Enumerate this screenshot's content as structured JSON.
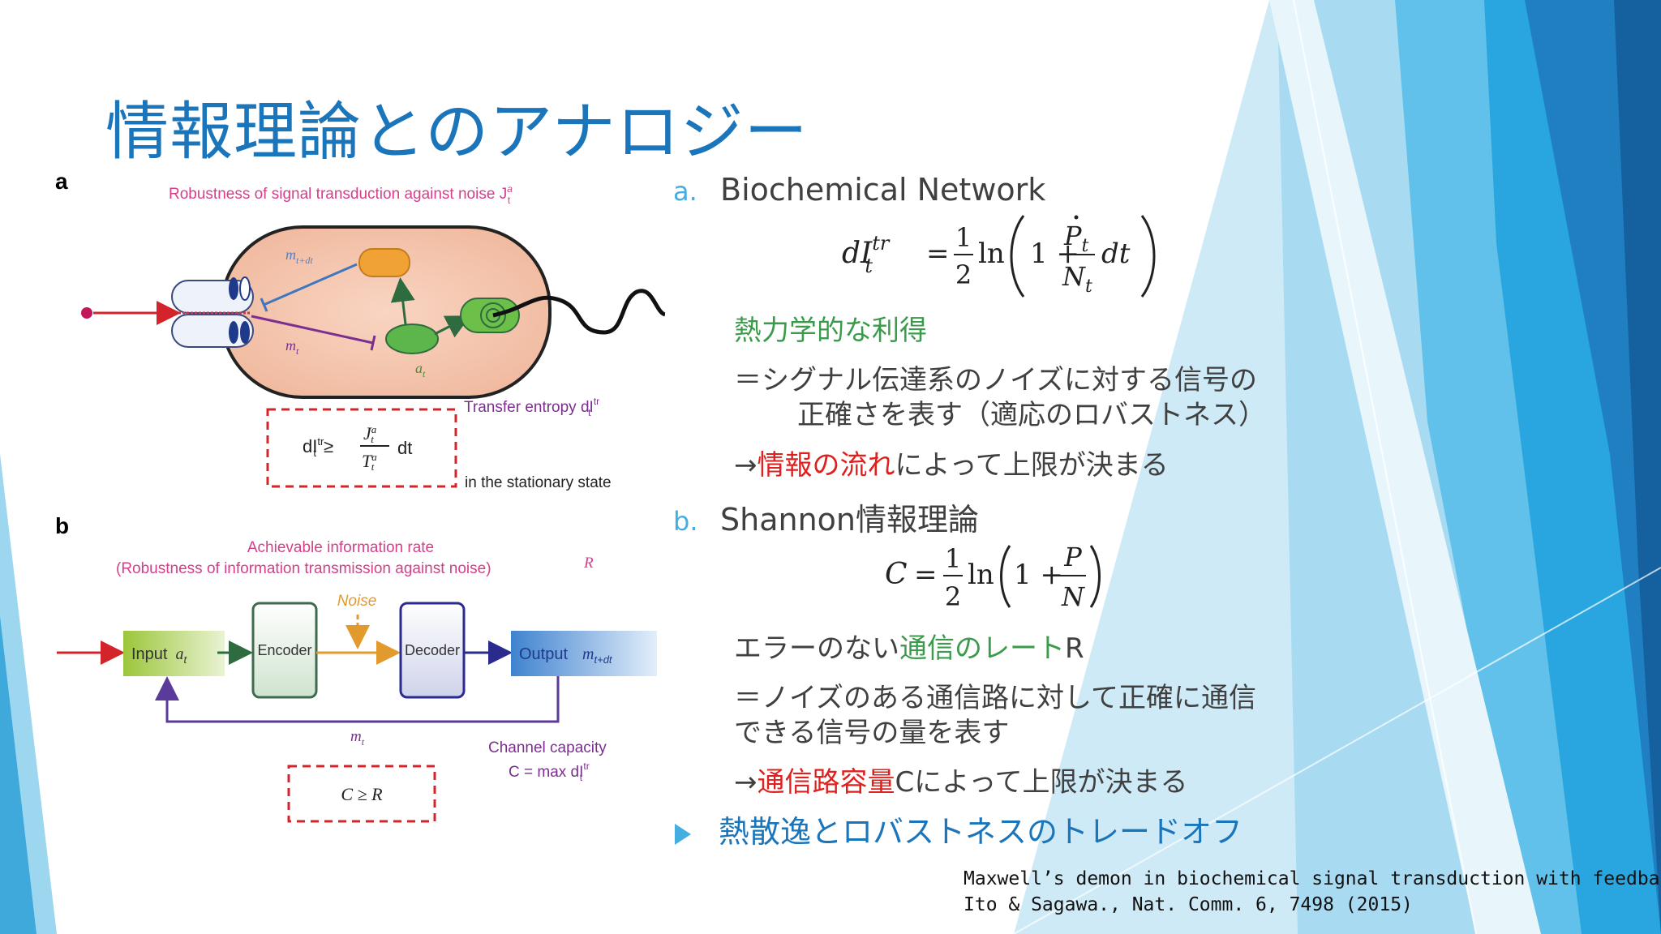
{
  "slide": {
    "title": "情報理論とのアナロジー",
    "colors": {
      "title": "#1b75bb",
      "accent": "#45aee0",
      "green": "#3a9b4b",
      "red": "#e0201e"
    }
  },
  "figure": {
    "panel_a": {
      "label": "a",
      "heading": "Robustness of signal transduction against noise J",
      "heading_sup": "a",
      "heading_sub": "t",
      "m_top": "m",
      "m_top_sub": "t+dt",
      "m_bottom": "m",
      "m_bottom_sub": "t",
      "a_label": "a",
      "a_sub": "t",
      "transfer_entropy": "Transfer entropy dI",
      "transfer_sup": "tr",
      "transfer_sub": "t",
      "box_formula_left": "dI",
      "box_formula_geq": "≥",
      "box_formula_num": "J",
      "box_formula_den": "T",
      "box_formula_dt": "dt",
      "stationary": "in the stationary state"
    },
    "panel_b": {
      "label": "b",
      "rate_line1": "Achievable information rate",
      "rate_line2": "(Robustness of information transmission against noise)",
      "rate_symbol": "R",
      "noise": "Noise",
      "input": "Input",
      "input_var": "a",
      "input_sub": "t",
      "encoder": "Encoder",
      "decoder": "Decoder",
      "output": "Output",
      "output_var": "m",
      "output_sub": "t+dt",
      "feedback_var": "m",
      "feedback_sub": "t",
      "channel_capacity": "Channel capacity",
      "capacity_formula": "C = max dI",
      "capacity_sup": "tr",
      "capacity_sub": "t",
      "box_formula": "C ≥ R"
    }
  },
  "content": {
    "section_a": {
      "marker": "a.",
      "heading": "Biochemical Network"
    },
    "section_a_formula": {
      "lhs": "dI",
      "lhs_sup": "tr",
      "lhs_sub": "t",
      "eq": "=",
      "half_num": "1",
      "half_den": "2",
      "ln": "ln",
      "one_plus": "1 +",
      "frac_num": "P",
      "frac_num_sub": "t",
      "frac_den": "N",
      "frac_den_sub": "t",
      "dt": "dt"
    },
    "thermo_gain": "熱力学的な利得",
    "thermo_desc_1": "＝シグナル伝達系のノイズに対する信号の",
    "thermo_desc_2": "正確さを表す（適応のロバストネス）",
    "thermo_limit_arrow": "→",
    "thermo_limit_red": "情報の流れ",
    "thermo_limit_rest": "によって上限が決まる",
    "section_b": {
      "marker": "b.",
      "heading": "Shannon情報理論"
    },
    "section_b_formula": {
      "lhs": "C",
      "eq": "=",
      "half_num": "1",
      "half_den": "2",
      "ln": "ln",
      "one_plus": "1 +",
      "frac_num": "P",
      "frac_den": "N"
    },
    "rate_line_prefix": "エラーのない",
    "rate_line_green": "通信のレート",
    "rate_line_suffix": "R",
    "rate_desc_1": "＝ノイズのある通信路に対して正確に通信",
    "rate_desc_2": "できる信号の量を表す",
    "cap_limit_arrow": "→",
    "cap_limit_red": "通信路容量",
    "cap_limit_rest": "Cによって上限が決まる",
    "bullet": "熱散逸とロバストネスのトレードオフ"
  },
  "reference": {
    "line1": "Maxwell’s demon in biochemical signal transduction with feedback loop",
    "line2": "Ito & Sagawa., Nat. Comm. 6, 7498 (2015)"
  }
}
